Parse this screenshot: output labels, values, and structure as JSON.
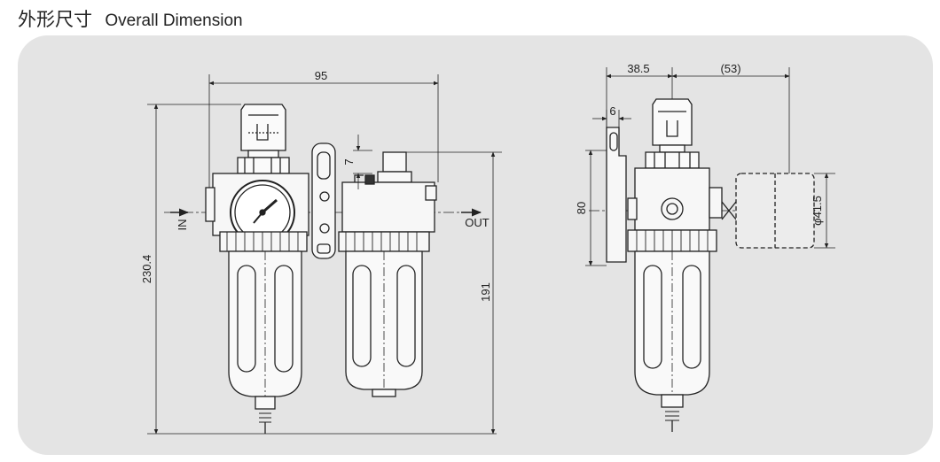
{
  "header": {
    "title_cn": "外形尺寸",
    "title_en": "Overall Dimension"
  },
  "front_view": {
    "dim_width": "95",
    "dim_total_height": "230.4",
    "dim_height": "191",
    "dim_port_offset": "7",
    "label_in": "IN",
    "label_out": "OUT"
  },
  "side_view": {
    "dim_left": "38.5",
    "dim_right": "(53)",
    "dim_bracket": "6",
    "dim_mount": "80",
    "dim_gauge_dia": "φ41.5"
  }
}
